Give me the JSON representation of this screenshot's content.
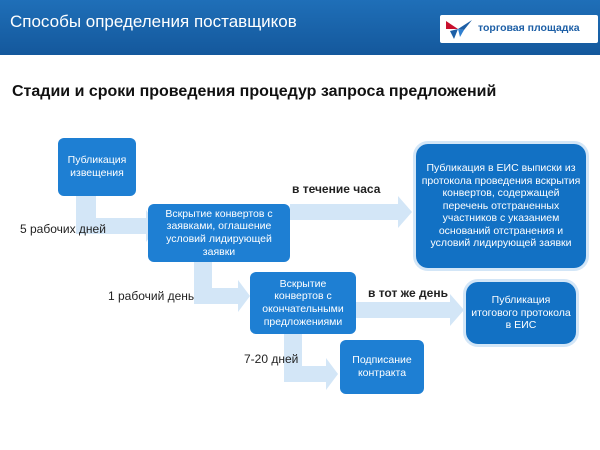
{
  "header": {
    "title": "Способы определения поставщиков",
    "logo_text": "торговая площадка"
  },
  "slide": {
    "subtitle": "Стадии и сроки проведения процедур запроса предложений"
  },
  "steps": {
    "publication_notice": "Публикация извещения",
    "open_envelopes": "Вскрытие конвертов с заявками, оглашение условий лидирующей заявки",
    "open_final": "Вскрытие конвертов с окончательными предложениями",
    "sign_contract": "Подписание контракта",
    "publish_extract": "Публикация в ЕИС выписки из протокола проведения вскрытия конвертов, содержащей перечень отстраненных участников с указанием оснований отстранения и условий лидирующей заявки",
    "publish_final_protocol": "Публикация итогового протокола в ЕИС"
  },
  "durations": {
    "five_days": "5 рабочих дней",
    "within_hour": "в течение часа",
    "one_day": "1 рабочий день",
    "same_day": "в тот же день",
    "seven_twenty_days": "7-20 дней"
  },
  "colors": {
    "header_bg": "#1a65ad",
    "box_blue": "#1e7fd3",
    "box_dark": "#1271c4",
    "connector": "#d3e6f7"
  }
}
